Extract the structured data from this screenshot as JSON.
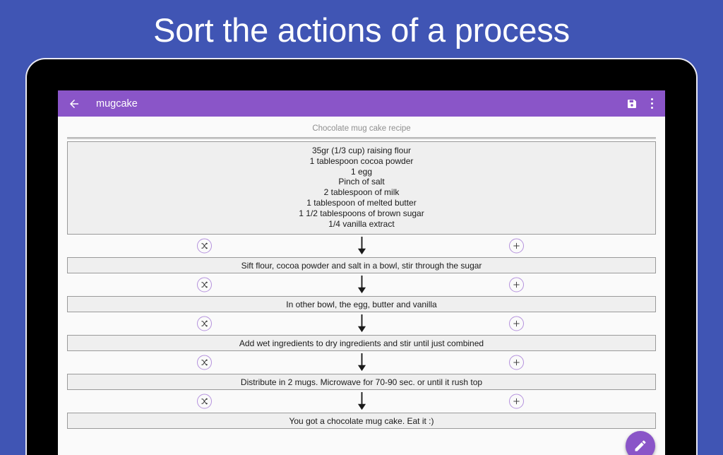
{
  "promo": {
    "caption": "Sort the actions of a process",
    "background_color": "#4055b4",
    "text_color": "#ffffff"
  },
  "theme": {
    "accent_purple": "#8a55c8",
    "circle_outline": "#b592dd",
    "box_fill": "#efefef",
    "box_border": "#9a9a9a",
    "screen_background": "#fafafa"
  },
  "app": {
    "toolbar": {
      "back_icon": "arrow-left-icon",
      "title": "mugcake",
      "save_icon": "save-floppy-icon",
      "overflow_icon": "more-vertical-icon"
    },
    "recipe_title": "Chocolate mug cake recipe",
    "ingredients": [
      "35gr (1/3 cup) raising flour",
      "1 tablespoon cocoa powder",
      "1 egg",
      "Pinch of salt",
      "2 tablespoon of milk",
      "1 tablespoon of melted butter",
      "1 1/2 tablespoons of brown sugar",
      "1/4 vanilla extract"
    ],
    "connector": {
      "shuffle_icon": "shuffle-icon",
      "add_icon": "plus-circle-icon",
      "flow_icon": "arrow-down-icon"
    },
    "steps": [
      "Sift flour, cocoa powder and salt in a bowl, stir through the sugar",
      "In other bowl, the egg, butter and vanilla",
      "Add wet ingredients to dry ingredients and stir until just combined",
      "Distribute in 2 mugs. Microwave for 70-90 sec. or until it rush top",
      "You got a chocolate mug cake. Eat it :)"
    ],
    "fab": {
      "icon": "pencil-edit-icon"
    }
  }
}
